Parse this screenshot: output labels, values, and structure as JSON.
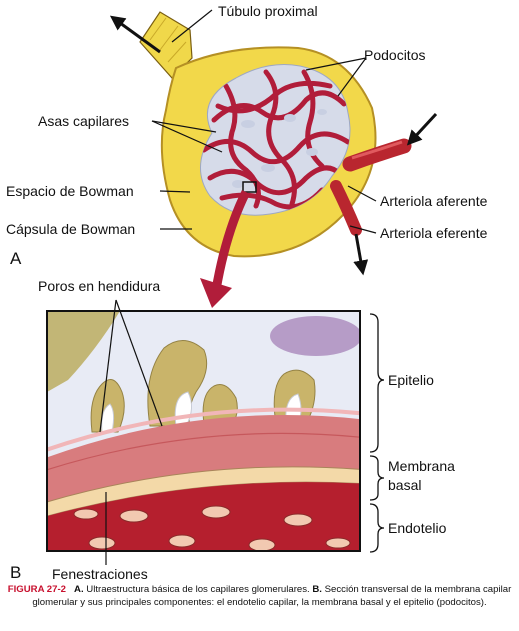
{
  "panel_a": {
    "letter": "A",
    "labels": {
      "tubulo_proximal": "Túbulo proximal",
      "podocitos": "Podocitos",
      "asas_capilares": "Asas capilares",
      "espacio_bowman": "Espacio de Bowman",
      "capsula_bowman": "Cápsula de Bowman",
      "arteriola_aferente": "Arteriola aferente",
      "arteriola_eferente": "Arteriola eferente"
    }
  },
  "panel_b": {
    "letter": "B",
    "labels": {
      "poros_hendidura": "Poros en hendidura",
      "epitelio": "Epitelio",
      "membrana_1": "Membrana",
      "membrana_2": "basal",
      "endotelio": "Endotelio",
      "fenestraciones": "Fenestraciones"
    }
  },
  "caption": {
    "figure": "FIGURA 27-2",
    "part_a_letter": "A.",
    "part_a_text": "Ultraestructura básica de los capilares glomerulares.",
    "part_b_letter": "B.",
    "part_b_text": "Sección transversal de la membrana capilar glomerular y sus principales componentes: el endotelio capilar, la membrana basal y el epitelio (podocitos)."
  }
}
